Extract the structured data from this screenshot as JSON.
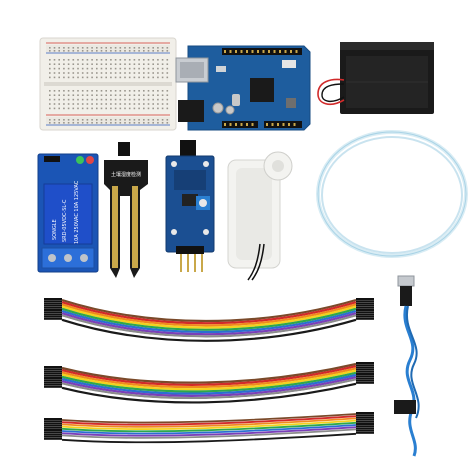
{
  "colors": {
    "background": "#ffffff",
    "breadboard": "#f1efe9",
    "breadboard_rail_red": "#d0342c",
    "breadboard_rail_blue": "#2a59b8",
    "arduino_board": "#1e5d9e",
    "relay_pcb": "#1b55b5",
    "relay_body": "#1f4fc9",
    "sensor_pcb": "#1b4f92",
    "battery_box": "#1a1a1a",
    "pump_body": "#f3f3f0",
    "tube": "#d8ecf4",
    "usb_cable": "#2a7fd1"
  },
  "labels": {
    "relay_brand": "SONGLE",
    "relay_model": "SRD-05VDC-SL-C",
    "relay_rating": "10A 250VAC 10A 125VAC",
    "soil_probe_text": "土壤湿度检测"
  },
  "items": [
    {
      "name": "breadboard",
      "icon": "breadboard"
    },
    {
      "name": "uno-board",
      "icon": "microcontroller"
    },
    {
      "name": "battery-box",
      "icon": "battery-holder"
    },
    {
      "name": "relay-module",
      "icon": "relay"
    },
    {
      "name": "soil-moisture-probe",
      "icon": "fork-probe"
    },
    {
      "name": "sensor-module",
      "icon": "comparator-module"
    },
    {
      "name": "water-pump",
      "icon": "pump"
    },
    {
      "name": "silicone-tube",
      "icon": "tube-coil"
    },
    {
      "name": "usb-cable",
      "icon": "usb-cable"
    },
    {
      "name": "jumper-wires",
      "icon": "ribbon-cable",
      "count": 3
    }
  ]
}
